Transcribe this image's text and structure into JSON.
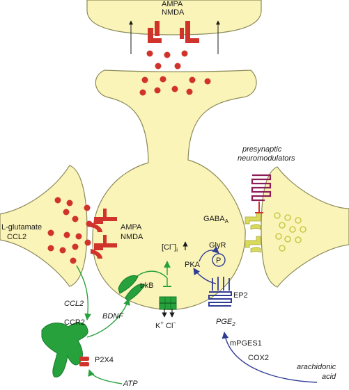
{
  "colors": {
    "cell_fill": "#fbf4b8",
    "cell_stroke": "#8a8a5a",
    "red": "#d0332b",
    "green": "#27a13c",
    "dark_green": "#147a2a",
    "blue": "#2f3c94",
    "yellow_receptor": "#d9d95a",
    "purple": "#8c1d55"
  },
  "labels": {
    "ampa_top": "AMPA",
    "nmda_top": "NMDA",
    "presyn_1": "presynaptic",
    "presyn_2": "neuromodulators",
    "lglut": "L-glutamate",
    "ccl2_a": "CCL2",
    "ampa_mid": "AMPA",
    "nmda_mid": "NMDA",
    "gaba": "GABA",
    "gaba_sub": "A",
    "cl_main": "[Cl",
    "cl_sup": "−",
    "cl_close": "]",
    "cl_sub": "i",
    "glyr": "GlyR",
    "p": "P",
    "pka": "PKA",
    "trkb": "trkB",
    "ep2": "EP2",
    "ccl2_b": "CCL2",
    "bdnf": "BDNF",
    "ccr2": "CCR2",
    "k": "K",
    "k_sup": "+",
    "cl_ion": "Cl",
    "cl_ion_sup": "−",
    "pge": "PGE",
    "pge_sub": "2",
    "mpges1": "mPGES1",
    "cox2": "COX2",
    "arach_1": "arachidonic",
    "arach_2": "acid",
    "p2x4": "P2X4",
    "atp": "ATP"
  }
}
